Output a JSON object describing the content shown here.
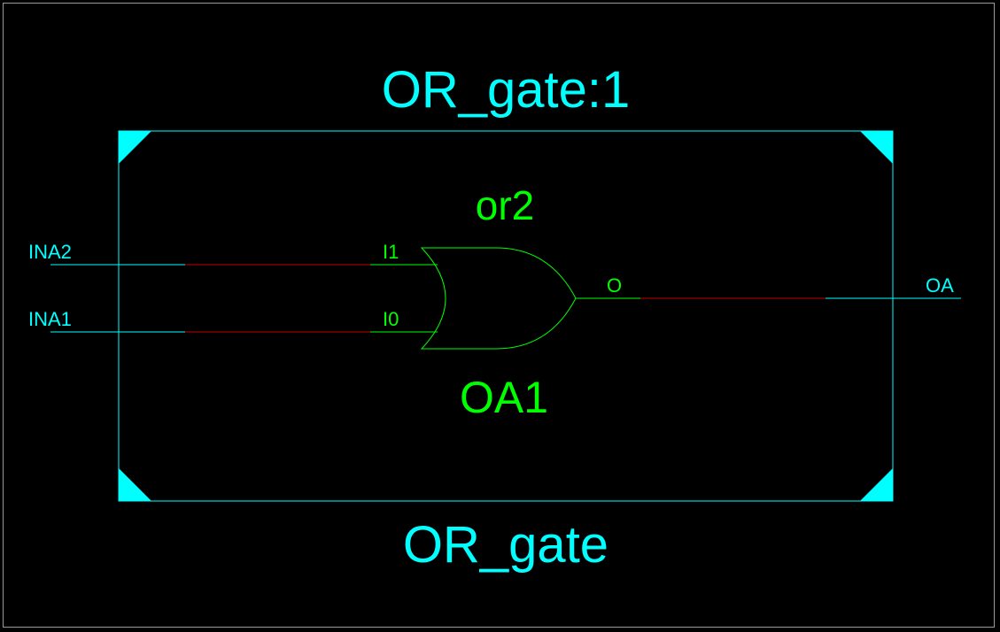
{
  "block": {
    "instance_label": "OR_gate:1",
    "module_label": "OR_gate"
  },
  "gate": {
    "type_label": "or2",
    "instance_label": "OA1",
    "pins": {
      "in1": "I1",
      "in0": "I0",
      "out": "O"
    }
  },
  "ports": {
    "input_2": "INA2",
    "input_1": "INA1",
    "output": "OA"
  },
  "colors": {
    "background": "#000000",
    "block": "#00FFFF",
    "gate": "#00FF00",
    "net_highlight": "#C00000"
  }
}
